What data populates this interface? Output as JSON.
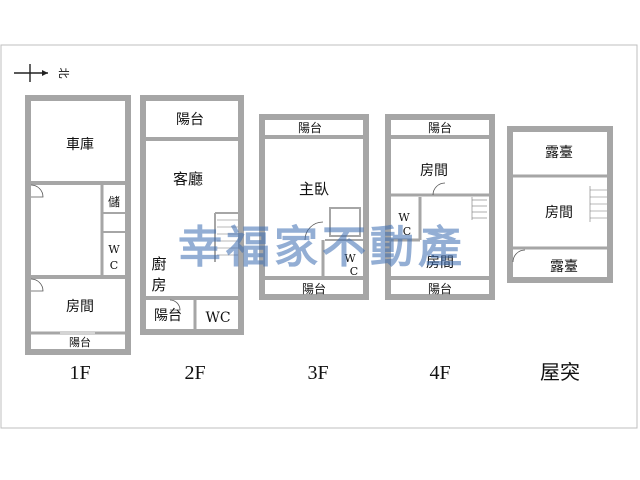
{
  "compass": {
    "north_label": "北"
  },
  "watermark": "幸福家不動產",
  "floors": [
    {
      "name": "1F",
      "rooms": [
        "車庫",
        "儲",
        "W",
        "C",
        "房間",
        "陽台"
      ]
    },
    {
      "name": "2F",
      "rooms": [
        "陽台",
        "客廳",
        "廚",
        "房",
        "陽台",
        "WC"
      ]
    },
    {
      "name": "3F",
      "rooms": [
        "陽台",
        "主臥",
        "W",
        "C",
        "陽台"
      ]
    },
    {
      "name": "4F",
      "rooms": [
        "陽台",
        "房間",
        "W",
        "C",
        "房間",
        "陽台"
      ]
    },
    {
      "name": "屋突",
      "rooms": [
        "露臺",
        "房間",
        "露臺"
      ]
    }
  ],
  "colors": {
    "wall": "#a6a6a6",
    "line": "#333333",
    "watermark": "#3a6cb0",
    "frame": "#bfbfbf"
  }
}
